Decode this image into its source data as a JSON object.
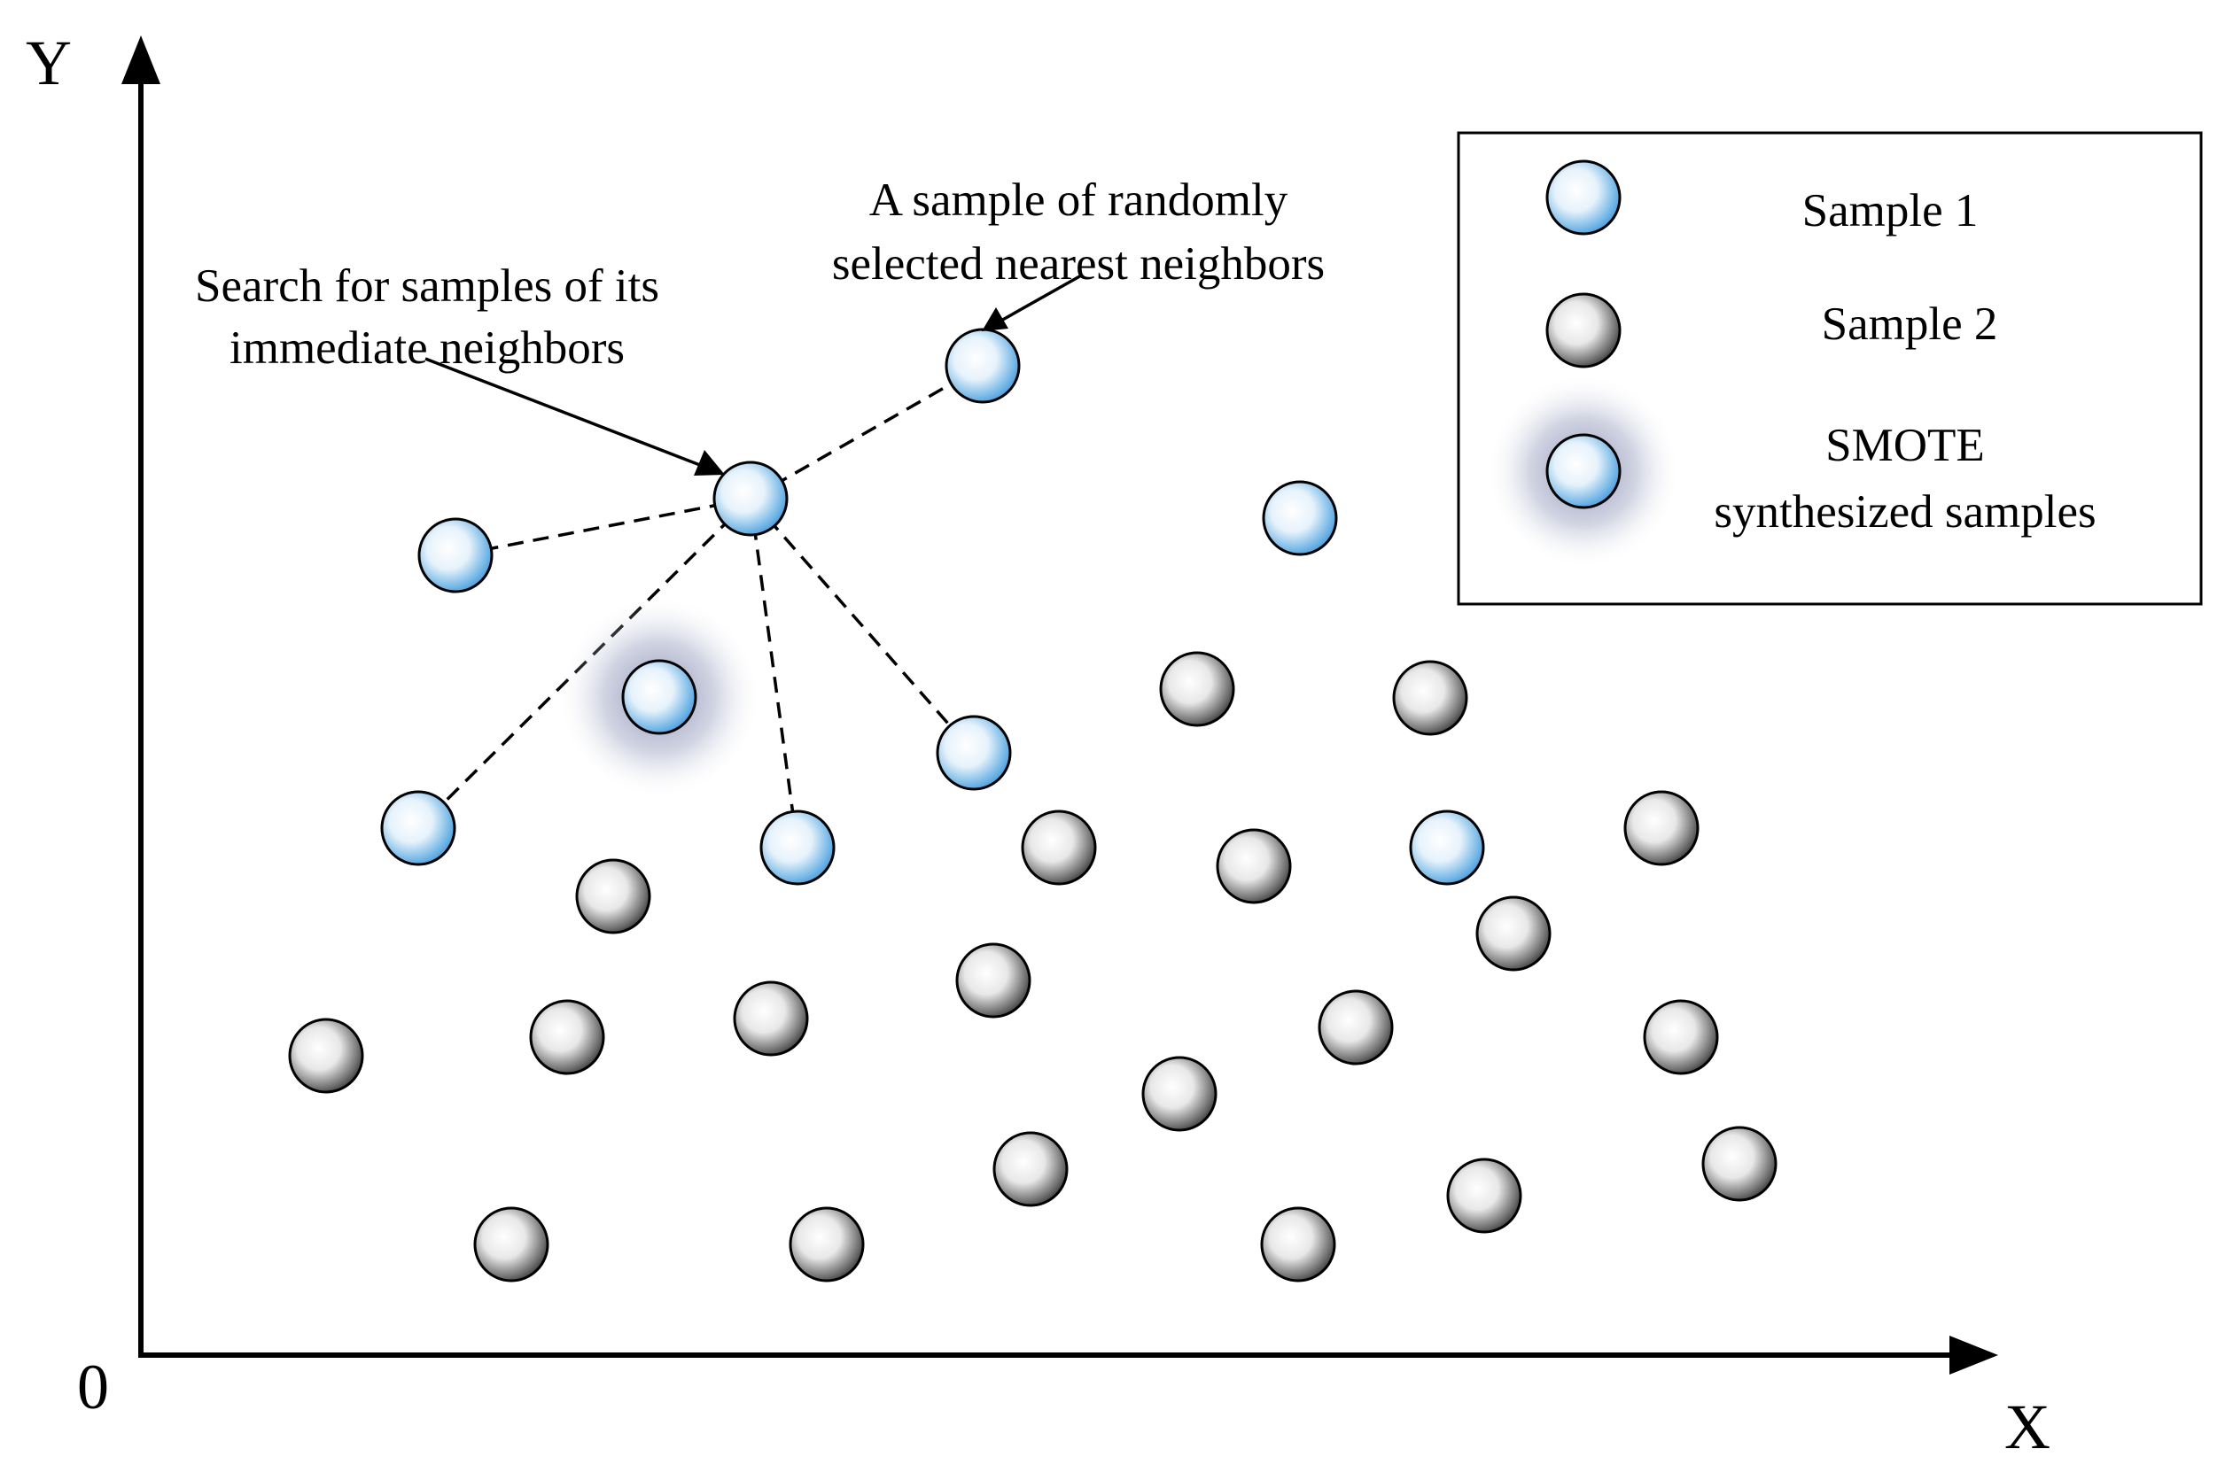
{
  "axes": {
    "y_label": "Y",
    "x_label": "X",
    "origin_label": "0"
  },
  "annotations": {
    "search_line1": "Search for samples of its",
    "search_line2": "immediate neighbors",
    "selected_line1": "A sample of randomly",
    "selected_line2": "selected nearest neighbors"
  },
  "legend": {
    "sample1": "Sample 1",
    "sample2": "Sample 2",
    "smote_line1": "SMOTE",
    "smote_line2": "synthesized samples"
  },
  "colors": {
    "sample1_fill": "#4fa3e0",
    "sample2_fill": "#5a5a5a",
    "glow": "#8890b0",
    "stroke": "#000000"
  }
}
